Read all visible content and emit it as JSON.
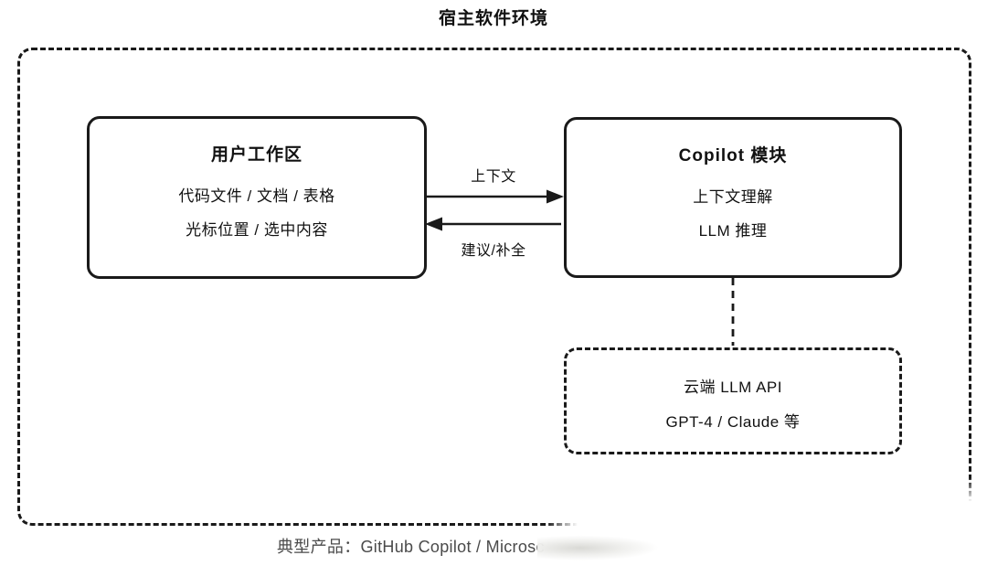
{
  "title": "宿主软件环境",
  "workspace_box": {
    "title": "用户工作区",
    "lines": [
      "代码文件 / 文档 / 表格",
      "光标位置 / 选中内容"
    ]
  },
  "copilot_box": {
    "title": "Copilot 模块",
    "lines": [
      "上下文理解",
      "LLM 推理"
    ]
  },
  "cloud_box": {
    "lines": [
      "云端 LLM API",
      "GPT-4 / Claude 等"
    ]
  },
  "arrows": {
    "context_label": "上下文",
    "suggestion_label": "建议/补全"
  },
  "caption": "典型产品：GitHub Copilot / Microsc",
  "colors": {
    "line": "#1a1a1a",
    "text": "#111111",
    "caption": "#4a4a4a",
    "background": "#ffffff"
  }
}
